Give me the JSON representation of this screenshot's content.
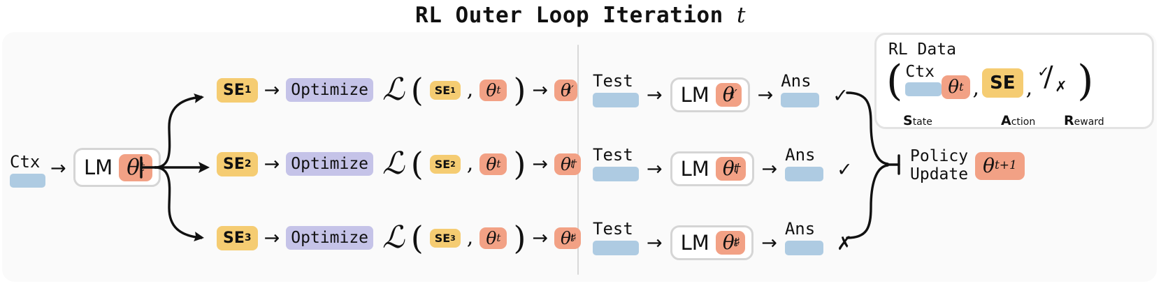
{
  "title": {
    "text": "RL Outer Loop Iteration ",
    "italic_var": "t"
  },
  "left_panel": {
    "context": {
      "label": "Ctx",
      "bar_color": "#aecbe2"
    },
    "model_box": {
      "lm_label": "LM",
      "theta": "θ",
      "theta_sub": "t"
    },
    "branches": [
      {
        "se_label": "SE",
        "se_sub": "1",
        "arrow": "→",
        "optimize_label": "Optimize",
        "loss_symbol": "ℒ",
        "open_paren": "(",
        "loss_se_label": "SE",
        "loss_se_sub": "1",
        "comma": ",",
        "loss_theta": "θ",
        "loss_theta_sub": "t",
        "close_paren": ")",
        "result_theta": "θ",
        "result_sub": "t",
        "result_sup": "′"
      },
      {
        "se_label": "SE",
        "se_sub": "2",
        "arrow": "→",
        "optimize_label": "Optimize",
        "loss_symbol": "ℒ",
        "open_paren": "(",
        "loss_se_label": "SE",
        "loss_se_sub": "2",
        "comma": ",",
        "loss_theta": "θ",
        "loss_theta_sub": "t",
        "close_paren": ")",
        "result_theta": "θ",
        "result_sub": "t",
        "result_sup": "†"
      },
      {
        "se_label": "SE",
        "se_sub": "3",
        "arrow": "→",
        "optimize_label": "Optimize",
        "loss_symbol": "ℒ",
        "open_paren": "(",
        "loss_se_label": "SE",
        "loss_se_sub": "3",
        "comma": ",",
        "loss_theta": "θ",
        "loss_theta_sub": "t",
        "close_paren": ")",
        "result_theta": "θ",
        "result_sub": "t",
        "result_sup": "♯"
      }
    ]
  },
  "right_panel": {
    "eval_rows": [
      {
        "test_label": "Test",
        "arrow1": "→",
        "lm_label": "LM",
        "theta": "θ",
        "theta_sub": "t",
        "theta_sup": "′",
        "arrow2": "→",
        "ans_label": "Ans",
        "mark": "✓"
      },
      {
        "test_label": "Test",
        "arrow1": "→",
        "lm_label": "LM",
        "theta": "θ",
        "theta_sub": "t",
        "theta_sup": "†",
        "arrow2": "→",
        "ans_label": "Ans",
        "mark": "✓"
      },
      {
        "test_label": "Test",
        "arrow1": "→",
        "lm_label": "LM",
        "theta": "θ",
        "theta_sub": "t",
        "theta_sup": "♯",
        "arrow2": "→",
        "ans_label": "Ans",
        "mark": "✗"
      }
    ],
    "rl_data": {
      "card_title": "RL Data",
      "open_paren": "(",
      "ctx_label": "Ctx",
      "theta": "θ",
      "theta_sub": "t",
      "comma1": ",",
      "se_label": "SE",
      "comma2": ",",
      "reward_check": "✓",
      "reward_slash": "∕",
      "reward_cross": "✗",
      "close_paren": ")",
      "state_label_bold": "S",
      "state_label_rest": "tate",
      "action_label_bold": "A",
      "action_label_rest": "ction",
      "reward_label_bold": "R",
      "reward_label_rest": "eward"
    },
    "policy_update": {
      "line1": "Policy",
      "line2": "Update",
      "theta": "θ",
      "theta_sub": "t+1"
    }
  },
  "colors": {
    "theta_chip": "#f2a185",
    "se_chip": "#f5cc72",
    "optimize_chip": "#c5c3e8",
    "context_bar": "#aecbe2",
    "panel_bg": "#fafafa",
    "box_border": "#d5d5d5"
  }
}
